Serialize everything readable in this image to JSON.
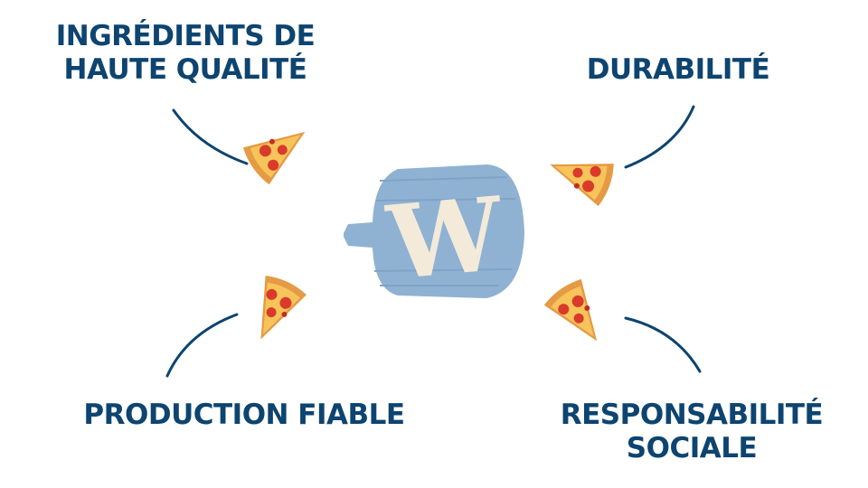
{
  "colors": {
    "text": "#0d4470",
    "line": "#0d4470",
    "paddle": "#8fb2d3",
    "paddle_dark": "#7fa3c6",
    "logo_letter": "#f3ead9",
    "crust": "#e59a45",
    "cheese": "#f7c45a",
    "pepperoni": "#d93a2b"
  },
  "center_logo": {
    "letter": "W",
    "icon": "pizza-paddle-icon"
  },
  "pillars": [
    {
      "lines": [
        "INGRÉDIENTS DE",
        "HAUTE QUALITÉ"
      ],
      "icon": "pizza-slice-icon"
    },
    {
      "lines": [
        "DURABILITÉ"
      ],
      "icon": "pizza-slice-icon"
    },
    {
      "lines": [
        "PRODUCTION FIABLE"
      ],
      "icon": "pizza-slice-icon"
    },
    {
      "lines": [
        "RESPONSABILITÉ",
        "SOCIALE"
      ],
      "icon": "pizza-slice-icon"
    }
  ]
}
